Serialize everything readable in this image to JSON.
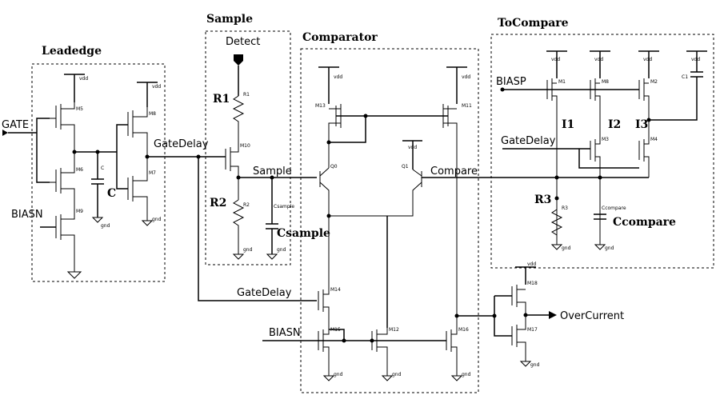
{
  "blocks": {
    "leadedge": "Leadedge",
    "sample": "Sample",
    "comparator": "Comparator",
    "tocompare": "ToCompare"
  },
  "signals": {
    "gate": "GATE",
    "gatedelay": "GateDelay",
    "biasn": "BIASN",
    "biasp": "BIASP",
    "detect": "Detect",
    "sample": "Sample",
    "compare": "Compare",
    "overcurrent": "OverCurrent"
  },
  "components": {
    "r1": "R1",
    "r2": "R2",
    "r3": "R3",
    "c": "C",
    "csample": "Csample",
    "ccompare": "Ccompare",
    "i1": "I1",
    "i2": "I2",
    "i3": "I3"
  },
  "small_labels": {
    "vdd": "vdd",
    "gnd": "gnd",
    "m1": "M1",
    "m2": "M2",
    "m3": "M3",
    "m4": "M4",
    "m5": "M5",
    "m6": "M6",
    "m7": "M7",
    "m8": "M8",
    "m9": "M9",
    "m10": "M10",
    "m11": "M11",
    "m12": "M12",
    "m13": "M13",
    "m14": "M14",
    "m15": "M15",
    "m16": "M16",
    "m17": "M17",
    "m18": "M18",
    "q0": "Q0",
    "q1": "Q1",
    "r1": "R1",
    "r2": "R2",
    "r3": "R3",
    "c": "C",
    "c1": "C1",
    "csample": "Csample",
    "ccompare": "Ccompare"
  },
  "colors": {
    "ink": "#000000",
    "paper": "#ffffff"
  }
}
